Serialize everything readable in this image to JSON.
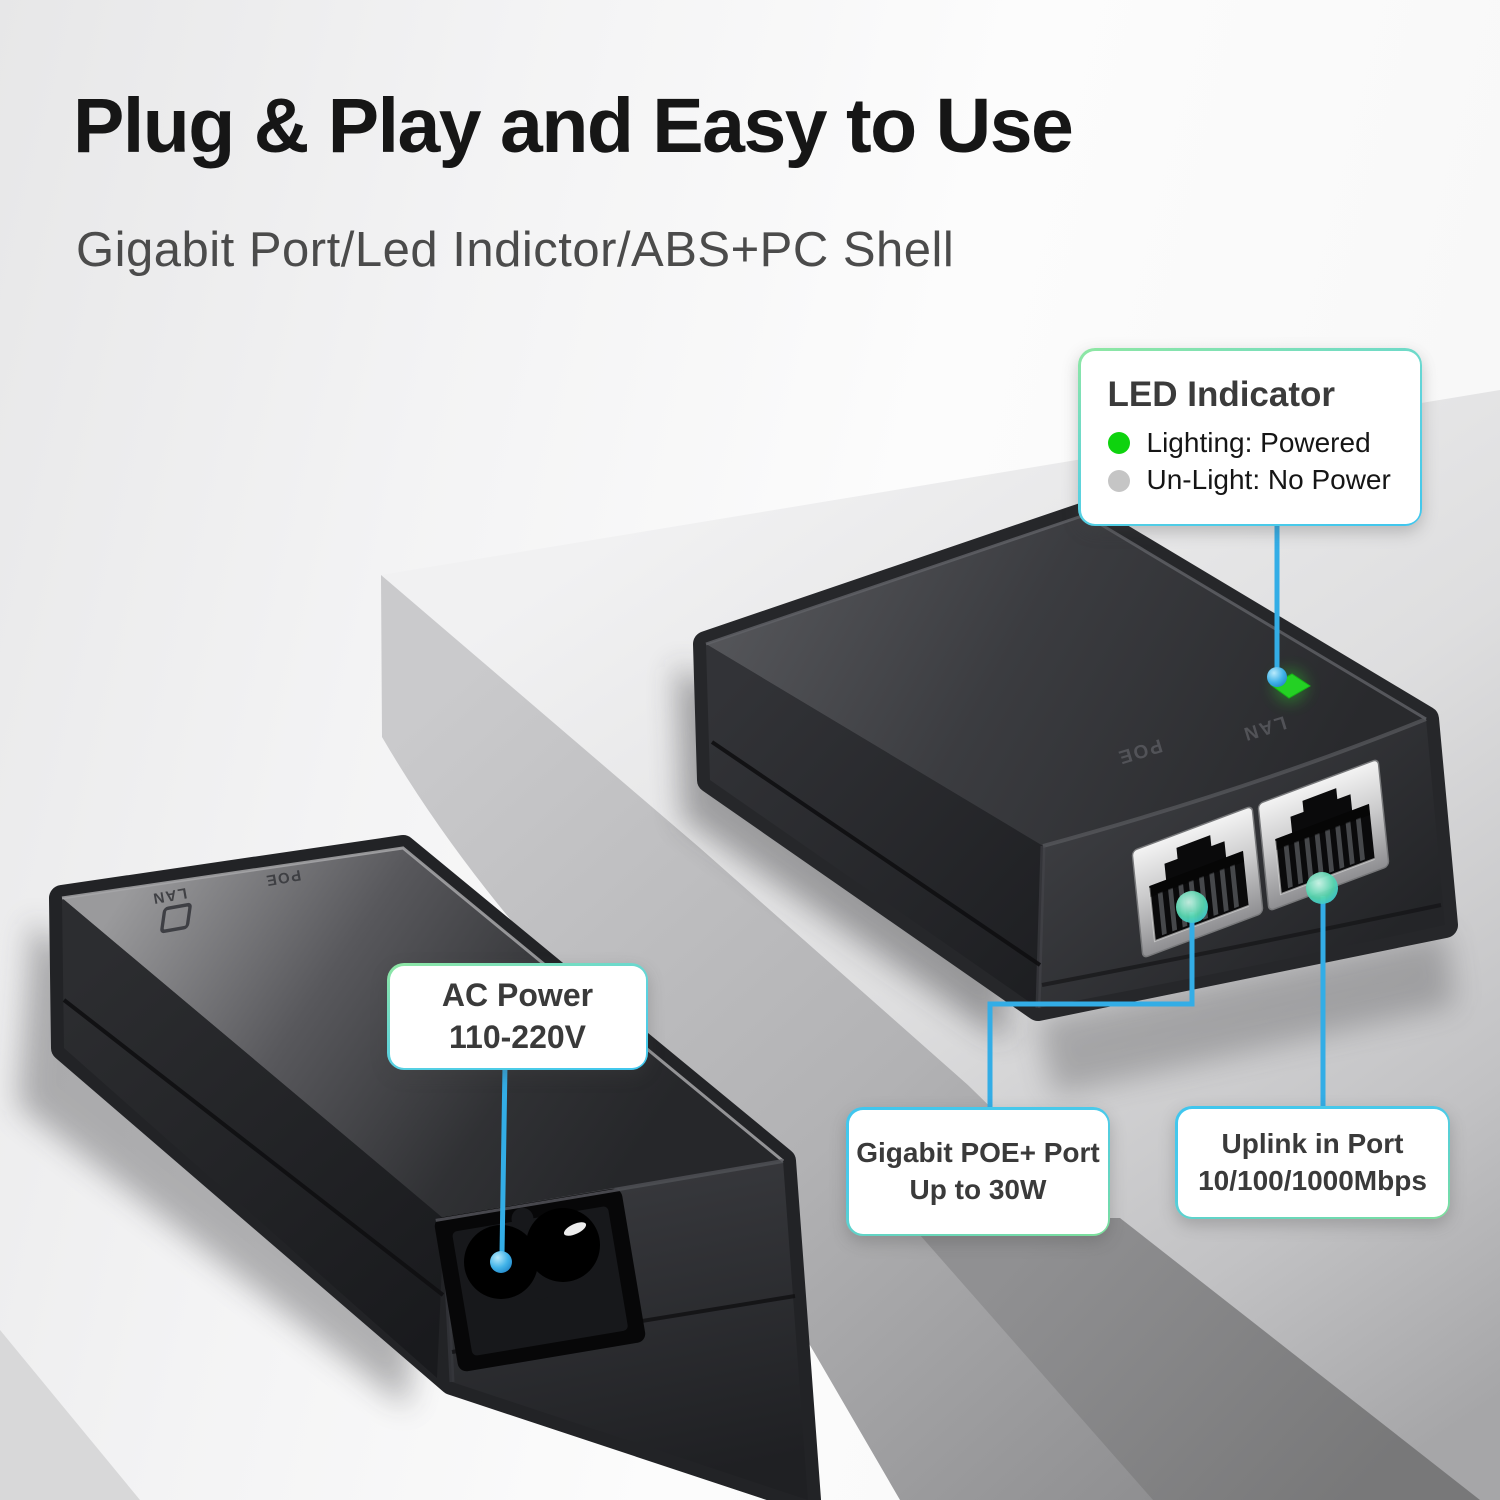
{
  "header": {
    "title": "Plug & Play and Easy to Use",
    "subtitle": "Gigabit Port/Led Indictor/ABS+PC Shell"
  },
  "callouts": {
    "led_indicator": {
      "title": "LED Indicator",
      "legend": [
        {
          "label": "Lighting: Powered",
          "dot": "green"
        },
        {
          "label": "Un-Light: No Power",
          "dot": "gray"
        }
      ]
    },
    "ac_power": {
      "line1": "AC Power",
      "line2": "110-220V"
    },
    "poe_port": {
      "line1": "Gigabit POE+ Port",
      "line2": "Up to 30W"
    },
    "uplink_port": {
      "line1": "Uplink in Port",
      "line2": "10/100/1000Mbps"
    }
  },
  "devices": {
    "poe_injector_front": {
      "led_state": "on",
      "port_labels": {
        "poe": "POE",
        "lan": "LAN"
      }
    },
    "poe_injector_rear": {
      "port_labels": {
        "poe": "POE",
        "lan": "LAN"
      }
    }
  },
  "colors": {
    "accent_line": "#33ade6",
    "device_led_green": "#24d124",
    "legend_green": "#0ed30e",
    "legend_gray": "#c5c5c5",
    "callout_border_green": "#8fe7a2",
    "callout_border_cyan": "#3fc6ee"
  }
}
